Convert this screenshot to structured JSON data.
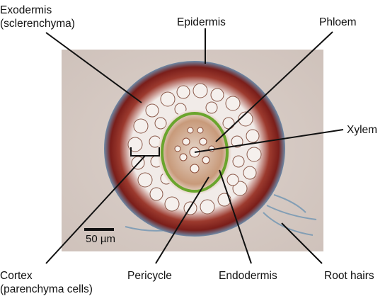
{
  "labels": {
    "exodermis_line1": "Exodermis",
    "exodermis_line2": "(sclerenchyma)",
    "epidermis": "Epidermis",
    "phloem": "Phloem",
    "xylem": "Xylem",
    "cortex_line1": "Cortex",
    "cortex_line2": "(parenchyma cells)",
    "pericycle": "Pericycle",
    "endodermis": "Endodermis",
    "root_hairs": "Root hairs"
  },
  "scale_bar": {
    "text": "50 µm"
  },
  "colors": {
    "background": "#d6cac3",
    "cell_wall": "#7a1e1a",
    "pericycle_outline": "#6aa52d",
    "leader_line": "#111111",
    "cell_fill": "#f3eeea"
  }
}
